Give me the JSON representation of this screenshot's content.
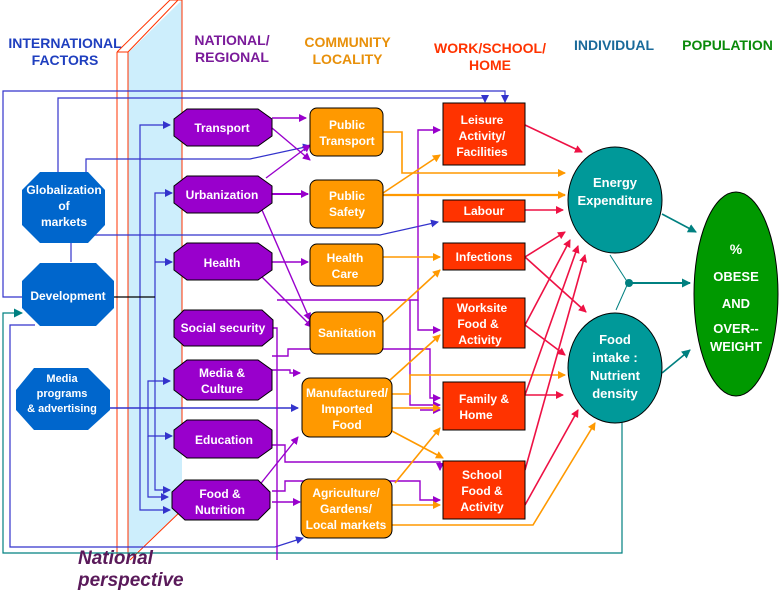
{
  "headers": {
    "international": [
      "INTERNATIONAL",
      "FACTORS"
    ],
    "national": [
      "NATIONAL/",
      "REGIONAL"
    ],
    "community": [
      "COMMUNITY",
      "LOCALITY"
    ],
    "work": [
      "WORK/SCHOOL/",
      "HOME"
    ],
    "individual": [
      "INDIVIDUAL"
    ],
    "population": [
      "POPULATION"
    ]
  },
  "colors": {
    "international": "#1f3fbf",
    "national": "#7a1a9a",
    "community": "#e8900a",
    "work": "#ff3300",
    "individual": "#1a6a9a",
    "population": "#0a8a0a",
    "international_node": "#0066cc",
    "national_node": "#9900cc",
    "community_node": "#ff9900",
    "work_node": "#ff3300",
    "individual_node": "#009999",
    "population_node": "#009900"
  },
  "international_nodes": [
    {
      "id": "globalization",
      "lines": [
        "Globalization",
        "of",
        "markets"
      ]
    },
    {
      "id": "development",
      "lines": [
        "Development"
      ]
    },
    {
      "id": "media-programs",
      "lines": [
        "Media",
        "programs",
        "& advertising"
      ]
    }
  ],
  "national_nodes": [
    {
      "id": "transport",
      "lines": [
        "Transport"
      ]
    },
    {
      "id": "urbanization",
      "lines": [
        "Urbanization"
      ]
    },
    {
      "id": "health",
      "lines": [
        "Health"
      ]
    },
    {
      "id": "social-security",
      "lines": [
        "Social security"
      ]
    },
    {
      "id": "media-culture",
      "lines": [
        "Media &",
        "Culture"
      ]
    },
    {
      "id": "education",
      "lines": [
        "Education"
      ]
    },
    {
      "id": "food-nutrition",
      "lines": [
        "Food &",
        "Nutrition"
      ]
    }
  ],
  "community_nodes": [
    {
      "id": "public-transport",
      "lines": [
        "Public",
        "Transport"
      ]
    },
    {
      "id": "public-safety",
      "lines": [
        "Public",
        "Safety"
      ]
    },
    {
      "id": "health-care",
      "lines": [
        "Health",
        "Care"
      ]
    },
    {
      "id": "sanitation",
      "lines": [
        "Sanitation"
      ]
    },
    {
      "id": "manufactured-food",
      "lines": [
        "Manufactured/",
        "Imported",
        "Food"
      ]
    },
    {
      "id": "agriculture",
      "lines": [
        "Agriculture/",
        "Gardens/",
        "Local markets"
      ]
    }
  ],
  "work_nodes": [
    {
      "id": "leisure",
      "lines": [
        "Leisure",
        "Activity/",
        "Facilities"
      ]
    },
    {
      "id": "labour",
      "lines": [
        "Labour"
      ]
    },
    {
      "id": "infections",
      "lines": [
        "Infections"
      ]
    },
    {
      "id": "worksite-food",
      "lines": [
        "Worksite",
        "Food &",
        "Activity"
      ]
    },
    {
      "id": "family-home",
      "lines": [
        "Family &",
        "Home"
      ]
    },
    {
      "id": "school-food",
      "lines": [
        "School",
        "Food &",
        "Activity"
      ]
    }
  ],
  "individual_nodes": [
    {
      "id": "energy-expenditure",
      "lines": [
        "Energy",
        "Expenditure"
      ]
    },
    {
      "id": "food-intake",
      "lines": [
        "Food",
        "intake :",
        "Nutrient",
        "density"
      ]
    }
  ],
  "population_node": {
    "id": "obese-overweight",
    "lines": [
      "%",
      "OBESE",
      "AND",
      "OVER--",
      "WEIGHT"
    ]
  },
  "perspective_label": [
    "National",
    "perspective"
  ]
}
